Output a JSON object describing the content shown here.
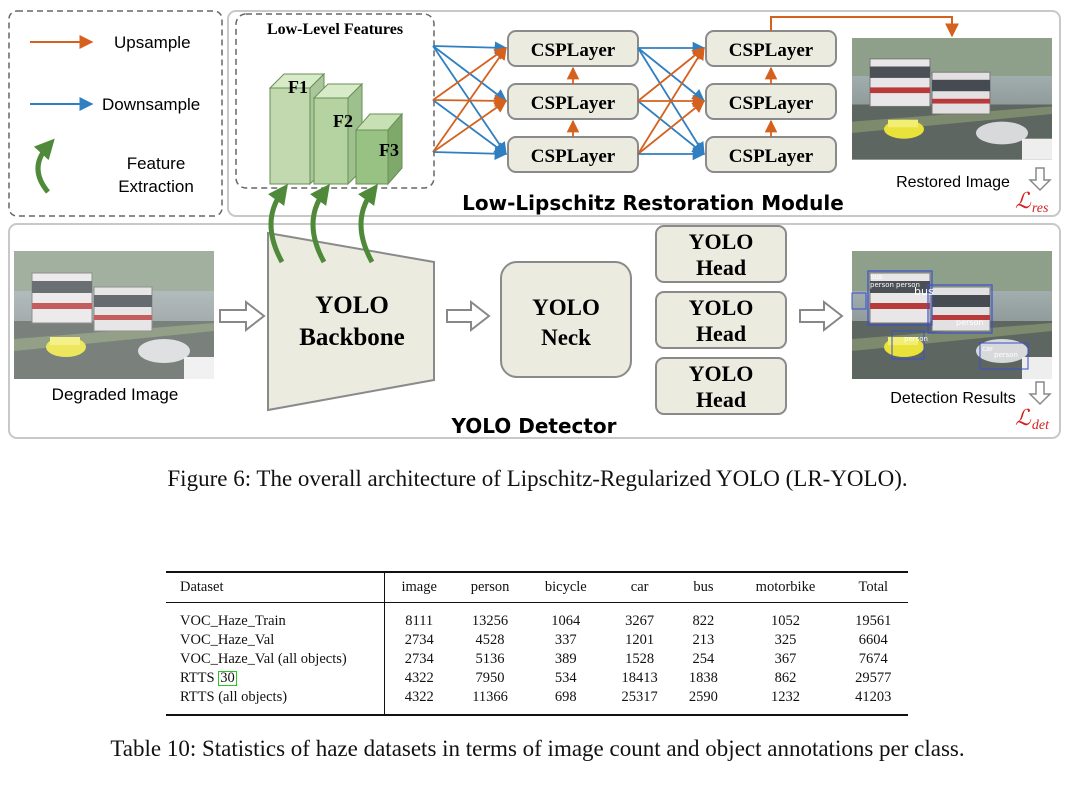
{
  "figure": {
    "legend": {
      "upsample": "Upsample",
      "downsample": "Downsample",
      "feature_line1": "Feature",
      "feature_line2": "Extraction"
    },
    "low_level_title": "Low-Level Features",
    "features": [
      "F1",
      "F2",
      "F3"
    ],
    "csp_label": "CSPLayer",
    "restored_label": "Restored Image",
    "restoration_title": "Low-Lipschitz Restoration Module",
    "loss_res": "ℒ",
    "loss_res_sub": "res",
    "degraded_label": "Degraded Image",
    "backbone_line1": "YOLO",
    "backbone_line2": "Backbone",
    "neck_line1": "YOLO",
    "neck_line2": "Neck",
    "head_line1": "YOLO",
    "head_line2": "Head",
    "detection_label": "Detection Results",
    "loss_det": "ℒ",
    "loss_det_sub": "det",
    "detector_title": "YOLO Detector",
    "det_box_labels": [
      "bus",
      "person",
      "bus",
      "person",
      "person",
      "person",
      "car",
      "person"
    ],
    "colors": {
      "upsample": "#d4621e",
      "downsample": "#2f7fc1",
      "feature": "#4e8a3a",
      "box_fill": "#ecebe0",
      "box_stroke": "#8a8a8a",
      "loss": "#d42020"
    }
  },
  "figure_caption": "Figure 6: The overall architecture of Lipschitz-Regularized YOLO (LR-YOLO).",
  "table": {
    "headers": [
      "Dataset",
      "image",
      "person",
      "bicycle",
      "car",
      "bus",
      "motorbike",
      "Total"
    ],
    "rows": [
      {
        "name": "VOC_Haze_Train",
        "values": [
          "8111",
          "13256",
          "1064",
          "3267",
          "822",
          "1052",
          "19561"
        ]
      },
      {
        "name": "VOC_Haze_Val",
        "values": [
          "2734",
          "4528",
          "337",
          "1201",
          "213",
          "325",
          "6604"
        ]
      },
      {
        "name": "VOC_Haze_Val (all objects)",
        "values": [
          "2734",
          "5136",
          "389",
          "1528",
          "254",
          "367",
          "7674"
        ]
      },
      {
        "name": "RTTS",
        "cite": "30",
        "values": [
          "4322",
          "7950",
          "534",
          "18413",
          "1838",
          "862",
          "29577"
        ]
      },
      {
        "name": "RTTS (all objects)",
        "values": [
          "4322",
          "11366",
          "698",
          "25317",
          "2590",
          "1232",
          "41203"
        ]
      }
    ]
  },
  "table_caption": "Table 10: Statistics of haze datasets in terms of image count and object annotations per class."
}
